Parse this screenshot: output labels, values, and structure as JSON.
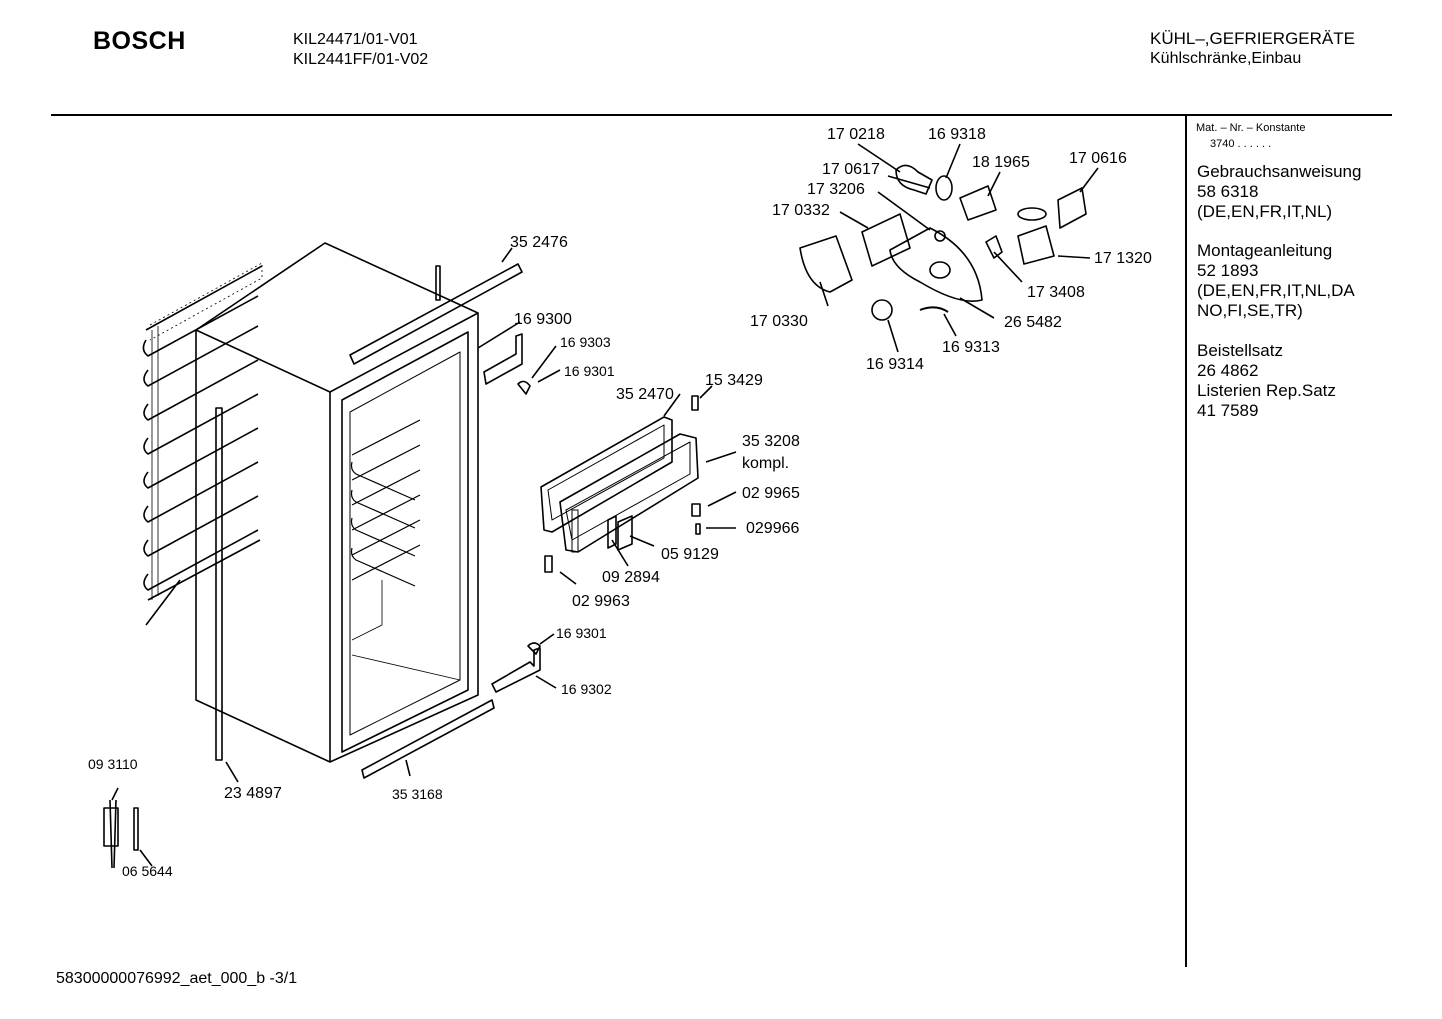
{
  "header": {
    "brand": "BOSCH",
    "model_1": "KIL24471/01-V01",
    "model_2": "KIL2441FF/01-V02",
    "category_1": "KÜHL–,GEFRIERGERÄTE",
    "category_2": "Kühlschränke,Einbau"
  },
  "sidebar": {
    "const_title": "Mat. – Nr. – Konstante",
    "const_value": "3740 . . . . . .",
    "gebrauch_title": "Gebrauchsanweisung",
    "gebrauch_nr": "58 6318",
    "gebrauch_lang": "(DE,EN,FR,IT,NL)",
    "montage_title": "Montageanleitung",
    "montage_nr": "52 1893",
    "montage_lang_1": "(DE,EN,FR,IT,NL,DA",
    "montage_lang_2": "NO,FI,SE,TR)",
    "beistell_title": "Beistellsatz",
    "beistell_nr": "26 4862",
    "listerien_title": "Listerien Rep.Satz",
    "listerien_nr": "41 7589"
  },
  "parts": [
    "17 0218",
    "16 9318",
    "17 0617",
    "18 1965",
    "17 0616",
    "17 3206",
    "17 0332",
    "17 1320",
    "17 3408",
    "17 0330",
    "26 5482",
    "16 9313",
    "16 9314",
    "35 2476",
    "16 9300",
    "16 9303",
    "16 9301",
    "15 3429",
    "35 2470",
    "35 3208",
    "kompl.",
    "02 9965",
    "029966",
    "05 9129",
    "09 2894",
    "02 9963",
    "16 9301",
    "16 9302",
    "09 3110",
    "23 4897",
    "35 3168",
    "06 5644"
  ],
  "footer": {
    "doc_id": "58300000076992_aet_000_b  -3/1"
  }
}
